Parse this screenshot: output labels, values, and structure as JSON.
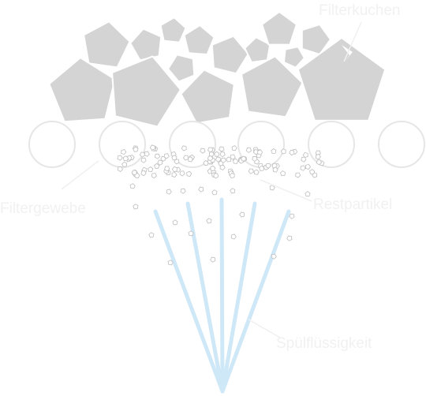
{
  "diagram": {
    "labels": {
      "filter_cake": "Filterkuchen",
      "filter_fabric": "Filtergewebe",
      "residual_particles": "Restpartikel",
      "rinse_fluid": "Spülflüssigkeit"
    },
    "colors": {
      "background": "#ffffff",
      "pentagon_fill": "#d4d4d4",
      "pentagon_stroke": "#ffffff",
      "fiber_stroke": "#e6e6e6",
      "particle_stroke": "#bdbdbd",
      "jet_color": "#cfe8f8",
      "label_color": "#f1f1f1",
      "leader_color": "#f0f0f0"
    },
    "icons": {
      "filter_cake": "pentagon-shapes",
      "filter_fabric": "circle-fiber-shapes",
      "residual_particles": "small-pentagon-shapes",
      "rinse_fluid": "fan-spray-jets"
    }
  }
}
